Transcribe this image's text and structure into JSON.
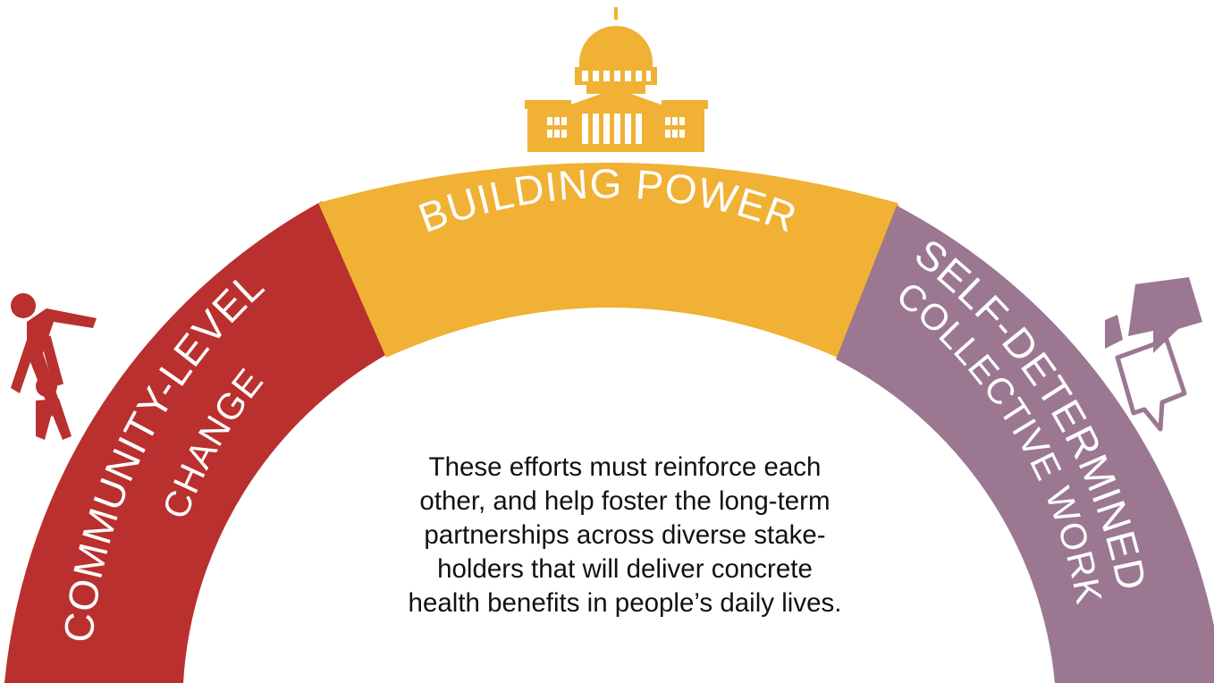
{
  "segments": [
    {
      "id": "community",
      "color": "#b9302e",
      "lines": [
        "COMMUNITY-LEVEL",
        "CHANGE"
      ]
    },
    {
      "id": "power",
      "color": "#f0b134",
      "lines": [
        "BUILDING POWER"
      ]
    },
    {
      "id": "self",
      "color": "#9b7792",
      "lines": [
        "SELF-DETERMINED",
        "COLLECTIVE WORK"
      ]
    }
  ],
  "icons": {
    "left": "people-walking-icon",
    "top": "capitol-building-icon",
    "right": "speech-bubbles-icon"
  },
  "center_text": [
    "These efforts must reinforce each",
    "other, and help foster the long-term",
    "partnerships across diverse stake-",
    "holders that will deliver concrete",
    "health benefits in people’s daily lives."
  ]
}
